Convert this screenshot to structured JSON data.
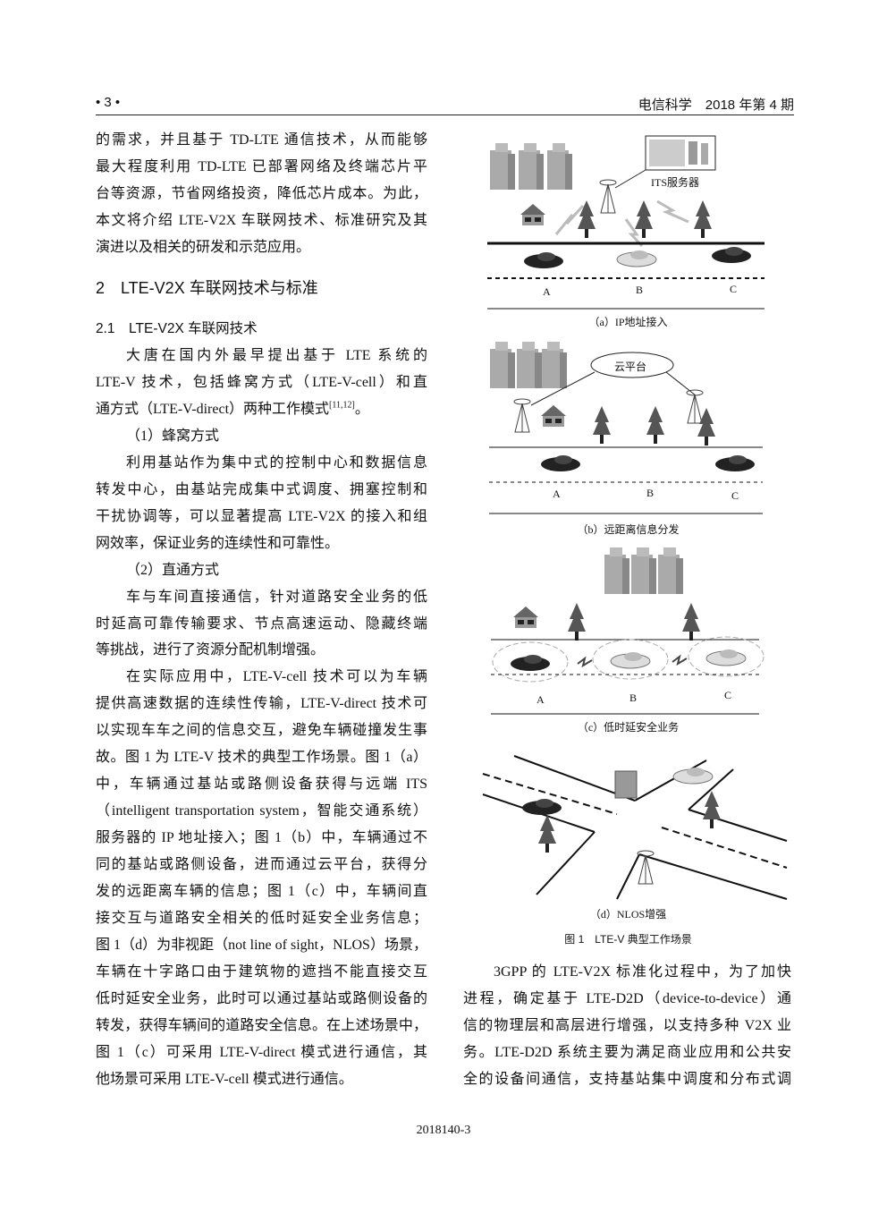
{
  "header": {
    "page_number": "• 3 •",
    "journal": "电信科学　2018 年第 4 期"
  },
  "left_column": [
    "的需求，并且基于 TD-LTE 通信技术，从而能够",
    "最大程度利用 TD-LTE 已部署网络及终端芯片平",
    "台等资源，节省网络投资，降低芯片成本。为此，",
    "本文将介绍 LTE-V2X 车联网技术、标准研究及其",
    "演进以及相关的研发和示范应用。",
    "2　LTE-V2X 车联网技术与标准",
    "2.1　LTE-V2X 车联网技术",
    "大唐在国内外最早提出基于 LTE 系统的",
    "LTE-V 技术，包括蜂窝方式（LTE-V-cell）和直",
    "通方式（LTE-V-direct）两种工作模式",
    "（1）蜂窝方式",
    "利用基站作为集中式的控制中心和数据信息",
    "转发中心，由基站完成集中式调度、拥塞控制和",
    "干扰协调等，可以显著提高 LTE-V2X 的接入和组",
    "网效率，保证业务的连续性和可靠性。",
    "（2）直通方式",
    "车与车间直接通信，针对道路安全业务的低",
    "时延高可靠传输要求、节点高速运动、隐藏终端",
    "等挑战，进行了资源分配机制增强。",
    "在实际应用中，LTE-V-cell 技术可以为车辆",
    "提供高速数据的连续性传输，LTE-V-direct 技术可",
    "以实现车车之间的信息交互，避免车辆碰撞发生事",
    "故。图 1 为 LTE-V 技术的典型工作场景。图 1（a）",
    "中，车辆通过基站或路侧设备获得与远端 ITS",
    "（intelligent transportation system，智能交通系统）",
    "服务器的 IP 地址接入；图 1（b）中，车辆通过不",
    "同的基站或路侧设备，进而通过云平台，获得分",
    "发的远距离车辆的信息；图 1（c）中，车辆间直",
    "接交互与道路安全相关的低时延安全业务信息；",
    "图 1（d）为非视距（not line of sight，NLOS）场景，",
    "车辆在十字路口由于建筑物的遮挡不能直接交互",
    "低时延安全业务，此时可以通过基站或路侧设备的",
    "转发，获得车辆间的道路安全信息。在上述场景中，",
    "图 1（c）可采用 LTE-V-direct 模式进行通信，其",
    "他场景可采用 LTE-V-cell 模式进行通信。"
  ],
  "citation": {
    "sup": "[11,12]",
    "tail": "。"
  },
  "right_column": [
    "3GPP 的 LTE-V2X 标准化过程中，为了加快",
    "进程，确定基于 LTE-D2D（device-to-device）通",
    "信的物理层和高层进行增强，以支持多种 V2X 业",
    "务。LTE-D2D 系统主要为满足商业应用和公共安",
    "全的设备间通信，支持基站集中调度和分布式调"
  ],
  "figure": {
    "its_server_label": "ITS服务器",
    "cloud_label": "云平台",
    "vehicle_labels": [
      "A",
      "B",
      "C"
    ],
    "captions": {
      "a": "（a）IP地址接入",
      "b": "（b）远距离信息分发",
      "c": "（c）低时延安全业务",
      "d": "（d）NLOS增强"
    },
    "title": "图 1　LTE-V 典型工作场景"
  },
  "footer": {
    "code": "2018140-3"
  }
}
